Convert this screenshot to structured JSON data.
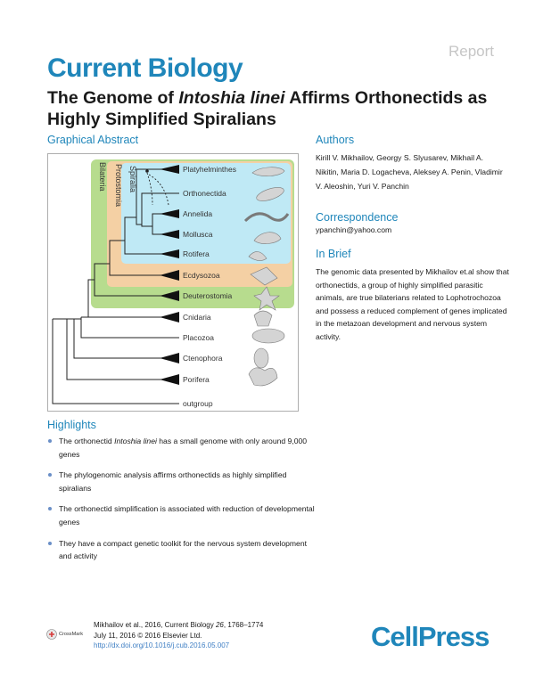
{
  "header": {
    "report_label": "Report",
    "journal_name": "Current Biology",
    "journal_color": "#1f86ba",
    "title_part1": "The Genome of ",
    "title_species": "Intoshia linei",
    "title_part2": " Affirms Orthonectids as Highly Simplified Spiralians"
  },
  "graphical_abstract": {
    "heading": "Graphical Abstract",
    "clade_labels": {
      "bilateria": "Bilateria",
      "protostomia": "Protostomia",
      "spiralia": "Spiralia"
    },
    "taxa": [
      "Platyhelminthes",
      "Orthonectida",
      "Annelida",
      "Mollusca",
      "Rotifera",
      "Ecdysozoa",
      "Deuterostomia",
      "Cnidaria",
      "Placozoa",
      "Ctenophora",
      "Porifera",
      "outgroup"
    ],
    "colors": {
      "bilateria": "#b7dc8e",
      "protostomia": "#f4d0a4",
      "spiralia": "#bfe9f5"
    }
  },
  "authors": {
    "heading": "Authors",
    "names": "Kirill V. Mikhailov, Georgy S. Slyusarev, Mikhail A. Nikitin, Maria D. Logacheva, Aleksey A. Penin, Vladimir V. Aleoshin, Yuri V. Panchin"
  },
  "correspondence": {
    "heading": "Correspondence",
    "email": "ypanchin@yahoo.com"
  },
  "in_brief": {
    "heading": "In Brief",
    "text": "The genomic data presented by Mikhailov et.al show that orthonectids, a group of highly simplified parasitic animals, are true bilaterians related to Lophotrochozoa and possess a reduced complement of genes implicated in the metazoan development and nervous system activity."
  },
  "highlights": {
    "heading": "Highlights",
    "h1_pre": "The orthonectid ",
    "h1_species": "Intoshia linei",
    "h1_post": " has a small genome with only around 9,000 genes",
    "items": [
      "The phylogenomic analysis affirms orthonectids as highly simplified spiralians",
      "The orthonectid simplification is associated with reduction of developmental genes",
      "They have a compact genetic toolkit for the nervous system development and activity"
    ]
  },
  "footer": {
    "cite_pre": "Mikhailov et al., 2016, Current Biology ",
    "cite_vol": "26",
    "cite_post": ", 1768–1774",
    "date_line": "July 11, 2016 © 2016 Elsevier Ltd.",
    "doi": "http://dx.doi.org/10.1016/j.cub.2016.05.007",
    "crossmark": "CrossMark",
    "publisher_cell": "Cell",
    "publisher_press": "Press",
    "publisher_color": "#1f86ba"
  }
}
